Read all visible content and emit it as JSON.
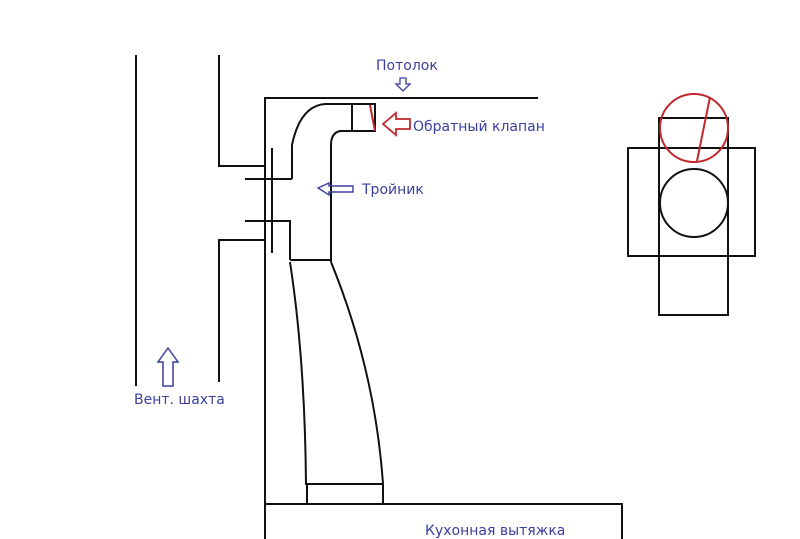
{
  "diagram": {
    "labels": {
      "ceiling": "Потолок",
      "check_valve": "Обратный клапан",
      "tee": "Тройник",
      "vent_shaft": "Вент. шахта",
      "kitchen_hood": "Кухонная вытяжка"
    },
    "colors": {
      "lines": "#111111",
      "labels": "#3b3f9e",
      "valve": "#c0282d",
      "background": "#ffffff"
    }
  }
}
